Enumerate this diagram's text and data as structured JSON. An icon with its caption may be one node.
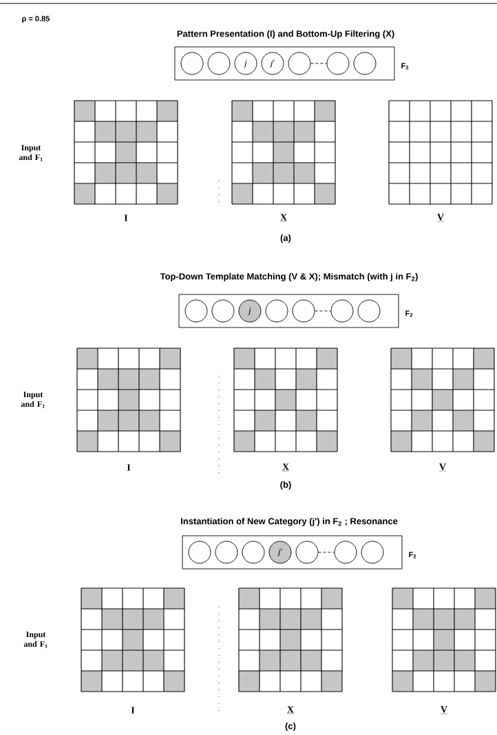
{
  "diagram": {
    "nodes": [
      {
        "text": [],
        "shape": "box",
        "beside": [
          "F$_{2}$"
        ]
      },
      {
        "text": [],
        "shape": "circle",
        "in": 0
      },
      {
        "text": [],
        "shape": "circle",
        "in": 0
      },
      {
        "text": [
          "j"
        ],
        "in": 0
      },
      {
        "text": [
          "j'"
        ],
        "in": 0
      },
      {
        "text": [],
        "shape": "circle",
        "in": 0
      },
      {
        "text": [],
        "shape": "circle",
        "in": 0
      },
      {
        "text": [],
        "shape": "circle",
        "in": 0
      },
      {
        "text": [],
        "shape": "box",
        "beside": [
          "F$_{2}$"
        ]
      },
      {
        "text": [],
        "shape": "circle",
        "in": 8
      },
      {
        "text": [],
        "shape": "circle",
        "in": 8
      },
      {
        "text": [
          "j"
        ],
        "in": 8
      },
      {
        "text": [],
        "shape": "circle",
        "in": 8
      },
      {
        "text": [],
        "shape": "circle",
        "in": 8
      },
      {
        "text": [],
        "shape": "circle",
        "in": 8
      },
      {
        "text": [],
        "shape": "circle",
        "in": 8
      },
      {
        "text": [],
        "shape": "box",
        "beside": [
          "F$_{2}$"
        ]
      },
      {
        "text": [],
        "shape": "circle",
        "in": 16
      },
      {
        "text": [],
        "shape": "circle",
        "in": 16
      },
      {
        "text": [],
        "shape": "circle",
        "in": 16
      },
      {
        "text": [
          "j'"
        ],
        "in": 16
      },
      {
        "text": [],
        "shape": "circle",
        "in": 16
      },
      {
        "text": [],
        "shape": "circle",
        "in": 16
      },
      {
        "text": [],
        "shape": "circle",
        "in": 16
      }
    ],
    "edges": [
      {
        "from": 5,
        "to": 6,
        "arrow": "none",
        "style": "dashed"
      },
      {
        "from": 13,
        "to": 14,
        "arrow": "none",
        "style": "dashed"
      },
      {
        "from": 21,
        "to": 22,
        "arrow": "none",
        "style": "dashed"
      }
    ],
    "labels": [
      "ρ = 0.85",
      "Pattern Presentation (I) and Bottom-Up Filtering (X)",
      "Input and F$_{1}$",
      "I",
      "X",
      "V",
      "(a)",
      "Top-Down Template Matching (V & X); Mismatch (with j in F$_{2}$)",
      "Input and F$_{1}$",
      "I",
      "X",
      "V",
      "(b)",
      "Instantiation of New Category (j') in F$_{2}$ ; Resonance",
      "Input and F$_{1}$",
      "I",
      "X",
      "V",
      "(c)"
    ]
  }
}
